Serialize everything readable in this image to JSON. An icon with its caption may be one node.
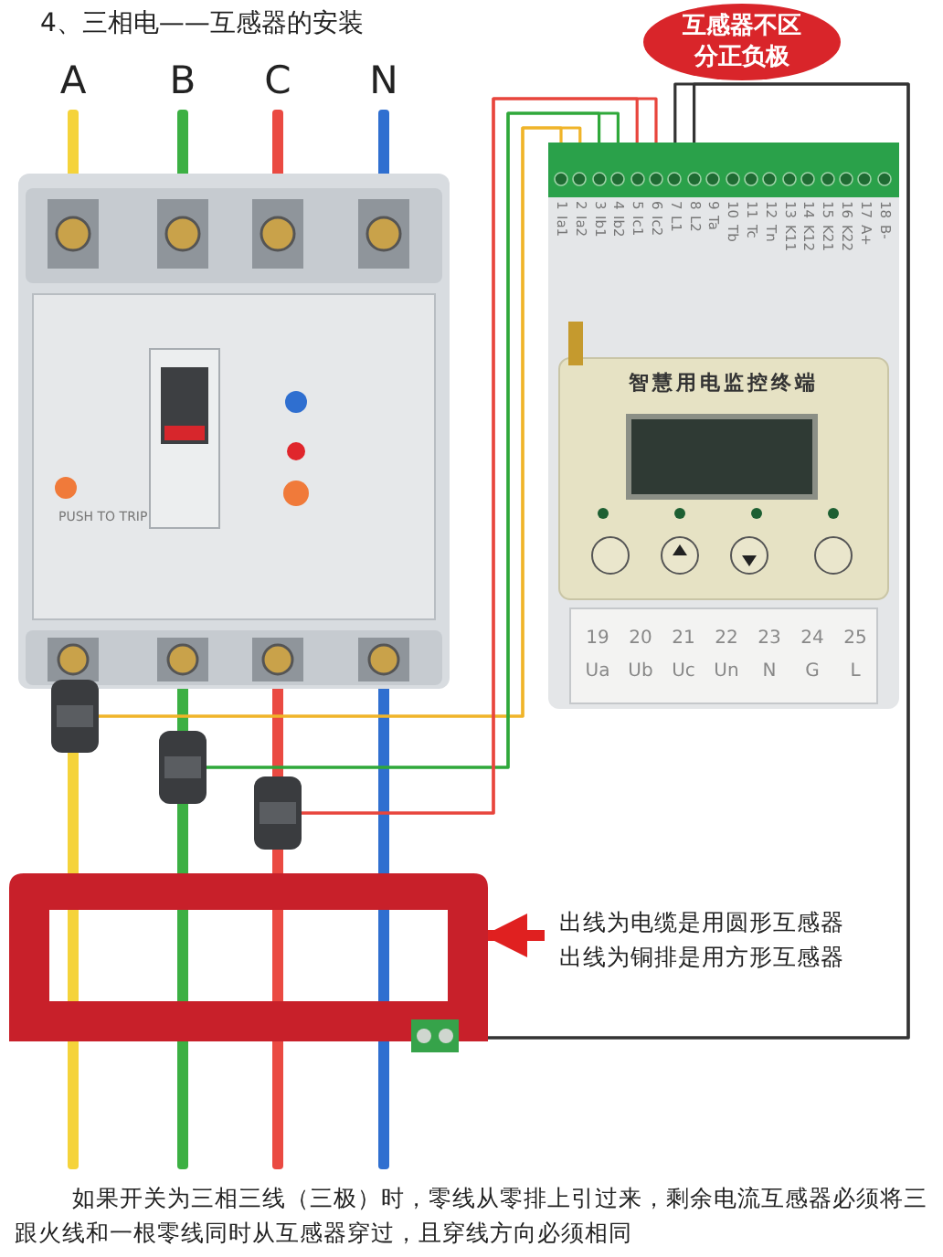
{
  "diagram": {
    "title": "4、三相电——互感器的安装",
    "nodes": [
      {
        "text": [
          "互感器不区分正负极"
        ]
      },
      {
        "text": [
          "PUSH TO TRIP"
        ]
      },
      {
        "text": [
          "智慧用电监控终端"
        ]
      },
      {
        "text": [
          "1",
          "Ia1"
        ],
        "in": 2
      },
      {
        "text": [
          "2",
          "Ia2"
        ],
        "in": 2
      },
      {
        "text": [
          "3",
          "Ib1"
        ],
        "in": 2
      },
      {
        "text": [
          "4",
          "Ib2"
        ],
        "in": 2
      },
      {
        "text": [
          "5",
          "Ic1"
        ],
        "in": 2
      },
      {
        "text": [
          "6",
          "Ic2"
        ],
        "in": 2
      },
      {
        "text": [
          "7",
          "L1"
        ],
        "in": 2
      },
      {
        "text": [
          "8",
          "L2"
        ],
        "in": 2
      },
      {
        "text": [
          "9",
          "Ta"
        ],
        "in": 2
      },
      {
        "text": [
          "10",
          "Tb"
        ],
        "in": 2
      },
      {
        "text": [
          "11",
          "Tc"
        ],
        "in": 2
      },
      {
        "text": [
          "12",
          "Tn"
        ],
        "in": 2
      },
      {
        "text": [
          "13",
          "K11"
        ],
        "in": 2
      },
      {
        "text": [
          "14",
          "K12"
        ],
        "in": 2
      },
      {
        "text": [
          "15",
          "K21"
        ],
        "in": 2
      },
      {
        "text": [
          "16",
          "K22"
        ],
        "in": 2
      },
      {
        "text": [
          "17",
          "A+"
        ],
        "in": 2
      },
      {
        "text": [
          "18",
          "B-"
        ],
        "in": 2
      },
      {
        "text": [
          "19",
          "Ua"
        ],
        "in": 2
      },
      {
        "text": [
          "20",
          "Ub"
        ],
        "in": 2
      },
      {
        "text": [
          "21",
          "Uc"
        ],
        "in": 2
      },
      {
        "text": [
          "22",
          "Un"
        ],
        "in": 2
      },
      {
        "text": [
          "23",
          "N"
        ],
        "in": 2
      },
      {
        "text": [
          "24",
          "G"
        ],
        "in": 2
      },
      {
        "text": [
          "25",
          "L"
        ],
        "in": 2
      },
      {
        "text": [],
        "shape": "picture"
      },
      {
        "text": [],
        "shape": "picture"
      },
      {
        "text": [],
        "shape": "picture"
      },
      {
        "text": [],
        "shape": "box"
      },
      {
        "text": [
          "出线为电缆是用圆形互感器",
          "出线为铜排是用方形互感器"
        ]
      }
    ],
    "edges": [
      {
        "from": 28,
        "to": 3,
        "arrow": "none",
        "color": "#f0b429"
      },
      {
        "from": 28,
        "to": 4,
        "arrow": "none",
        "color": "#f0b429"
      },
      {
        "from": 29,
        "to": 5,
        "arrow": "none",
        "color": "#2fa83a"
      },
      {
        "from": 29,
        "to": 6,
        "arrow": "none",
        "color": "#2fa83a"
      },
      {
        "from": 30,
        "to": 7,
        "arrow": "none",
        "color": "#e8453c"
      },
      {
        "from": 30,
        "to": 8,
        "arrow": "none",
        "color": "#e8453c"
      },
      {
        "from": 31,
        "to": 9,
        "arrow": "none",
        "color": "#333333"
      },
      {
        "from": 31,
        "to": 10,
        "arrow": "none",
        "color": "#333333"
      },
      {
        "from": 32,
        "to": 31,
        "arrow": "to",
        "style": "thick",
        "color": "#e02020"
      }
    ],
    "labels": [
      "A",
      "B",
      "C",
      "N",
      "如果开关为三相三线（三极）时，零线从零排上引过来，剩余电流互感器必须将三跟火线和一根零线同时从互感器穿过，且穿线方向必须相同"
    ]
  }
}
